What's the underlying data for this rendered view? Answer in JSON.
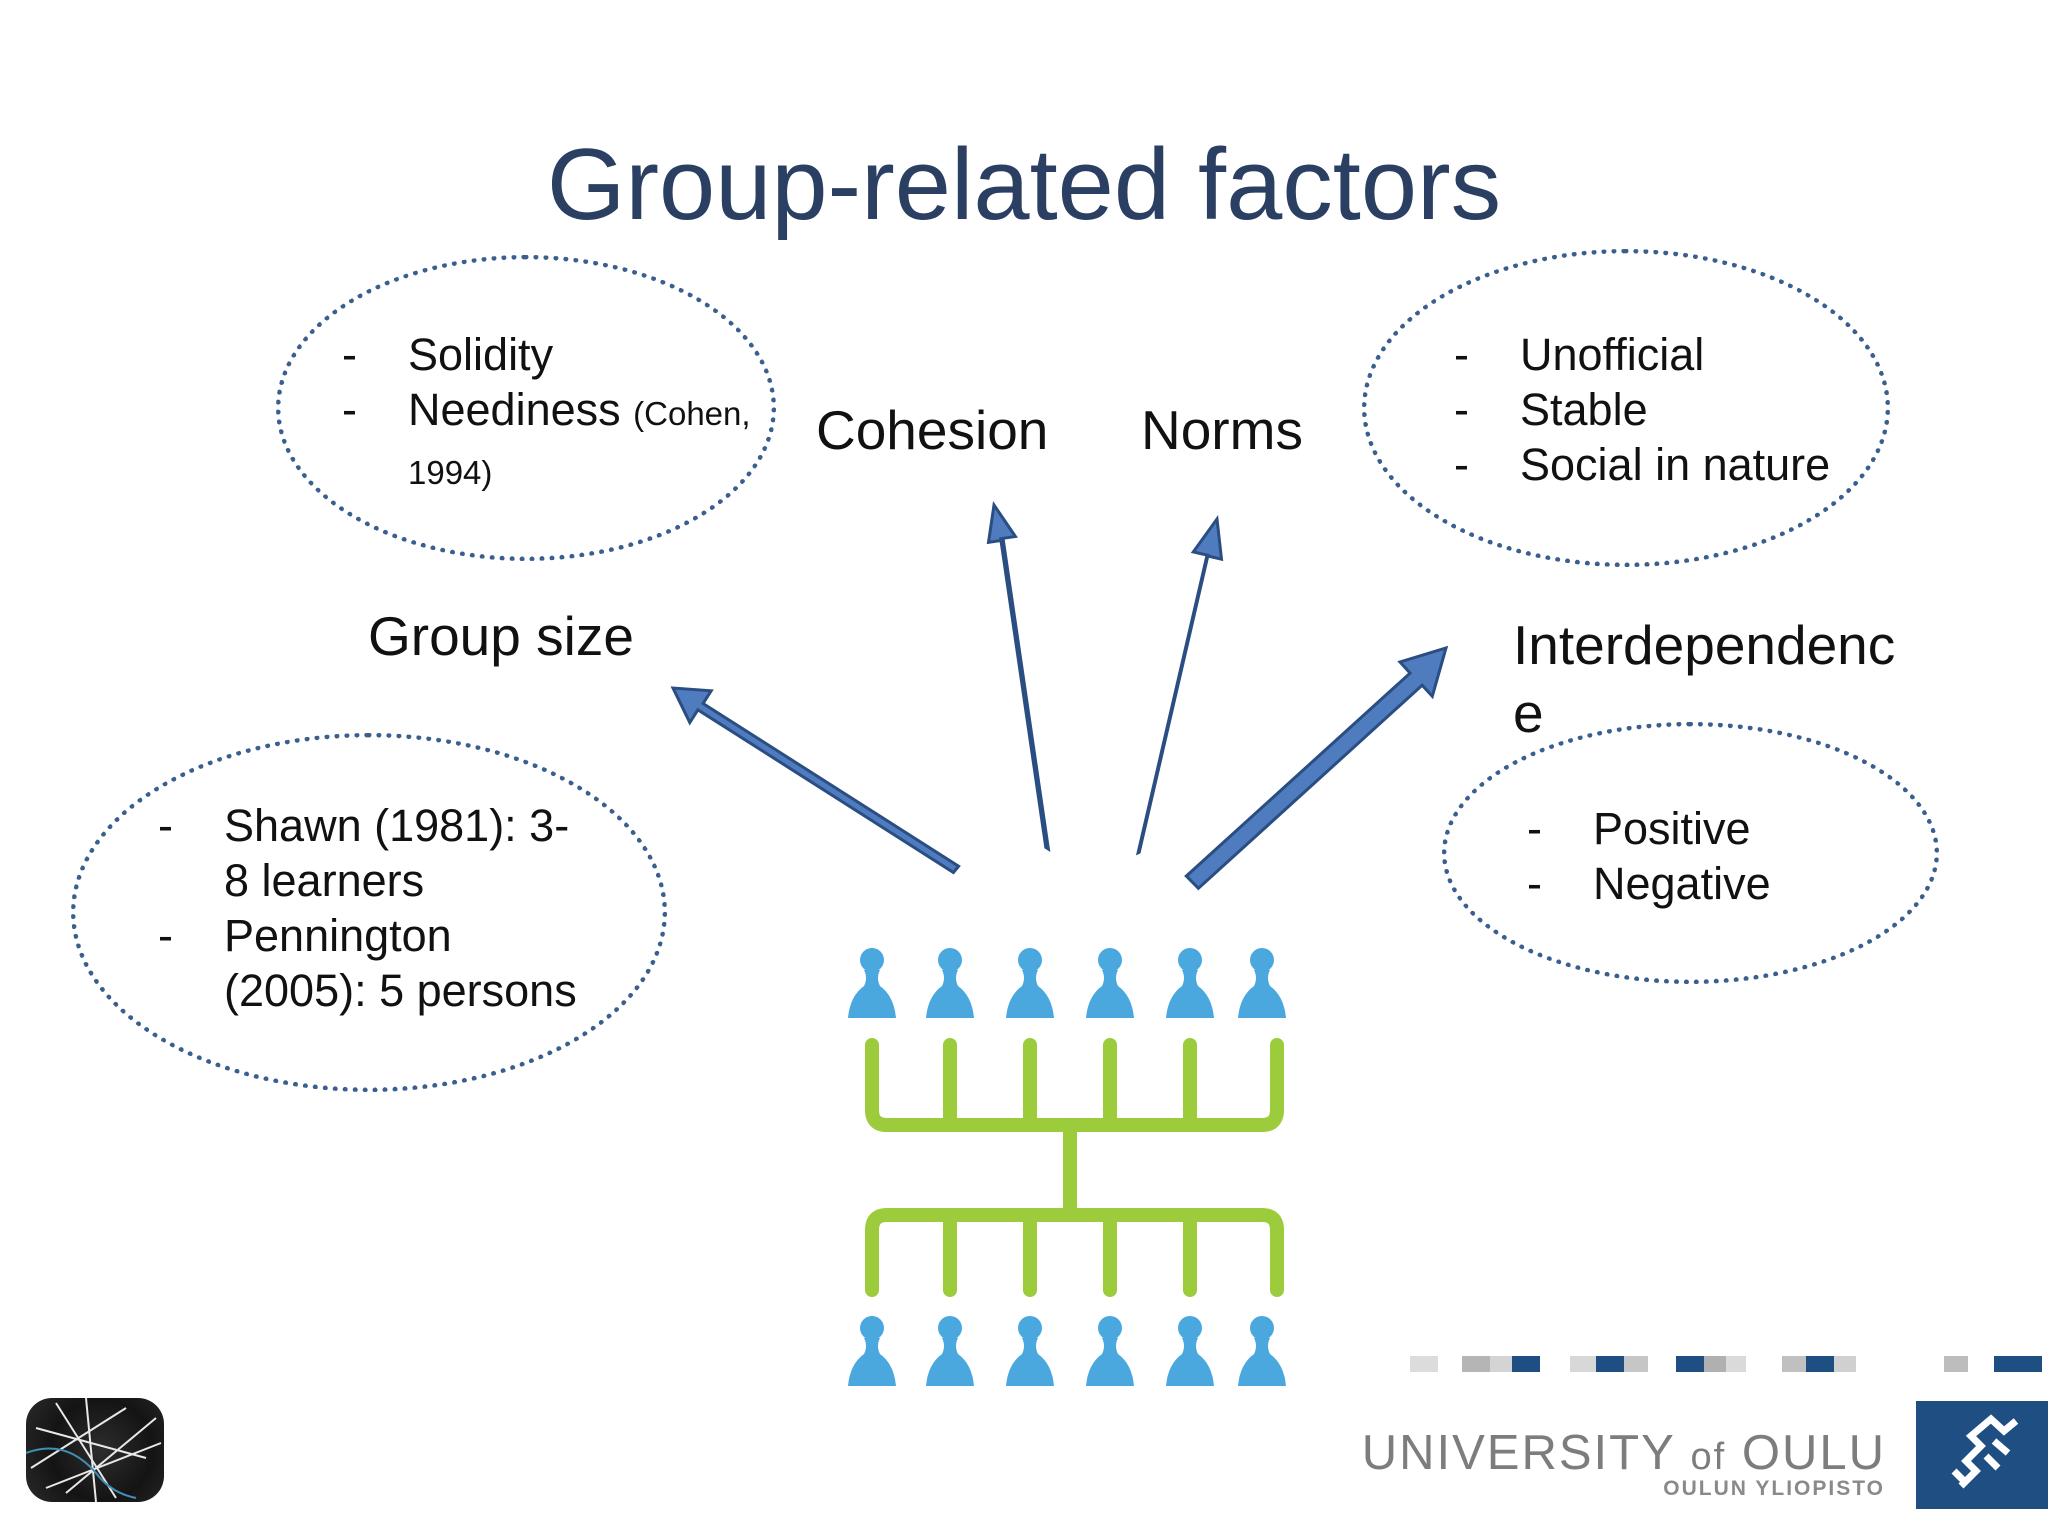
{
  "slide": {
    "title": "Group-related factors"
  },
  "colors": {
    "title": "#2b3f63",
    "arrow_fill": "#4f7cbf",
    "arrow_stroke": "#2a4d82",
    "ellipse_border": "#3a5f8f",
    "people": "#4aa8df",
    "tree": "#9ccb3b"
  },
  "factors": {
    "cohesion": {
      "label": "Cohesion",
      "dash": "-",
      "items": [
        "Solidity",
        "Neediness"
      ],
      "citation": "(Cohen,",
      "citation_year": "1994)"
    },
    "norms": {
      "label": "Norms",
      "dash": "-",
      "items": [
        "Unofficial",
        "Stable",
        "Social in nature"
      ]
    },
    "group_size": {
      "label": "Group size",
      "dash": "-",
      "items": [
        "Shawn (1981): 3-",
        "8 learners",
        "Pennington",
        "(2005): 5 persons"
      ]
    },
    "interdependence": {
      "label_line1": "Interdependenc",
      "label_line2": "e",
      "dash": "-",
      "items": [
        "Positive",
        "Negative"
      ]
    }
  },
  "footer": {
    "university": "UNIVERSITY",
    "university_of": "of",
    "university_city": "OULU",
    "subtitle": "OULUN YLIOPISTO",
    "left_logo_icon": "network-logo-icon",
    "right_logo_icon": "university-emblem-icon"
  }
}
